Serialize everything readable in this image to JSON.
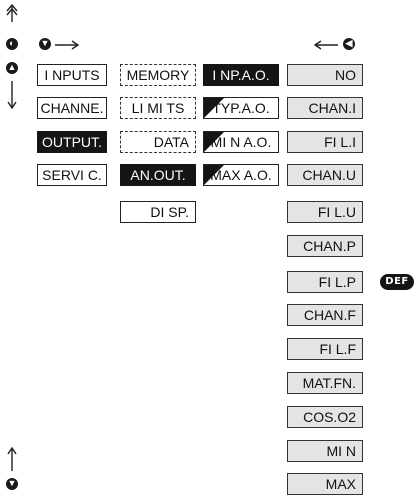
{
  "badge_def": "DEF",
  "col1": [
    "I NPUTS",
    "CHANNE.",
    "OUTPUT.",
    "SERVI C."
  ],
  "col2": [
    "MEMORY",
    "LI MI TS",
    "DATA",
    "AN.OUT.",
    "DI SP."
  ],
  "col3": [
    "I NP.A.O.",
    "TYP.A.O.",
    "MI N A.O.",
    "MAX A.O."
  ],
  "col4": [
    "NO",
    "CHAN.I",
    "FI L.I",
    "CHAN.U",
    "FI L.U",
    "CHAN.P",
    "FI L.P",
    "CHAN.F",
    "FI L.F",
    "MAT.FN.",
    "COS.O2",
    "MI N",
    "MAX"
  ],
  "icons": [
    "double-up-arrow",
    "enter-circle",
    "up-circle",
    "down-arrow",
    "down-circle-right-arrow",
    "left-arrow-circle",
    "up-arrow",
    "down-circle"
  ]
}
